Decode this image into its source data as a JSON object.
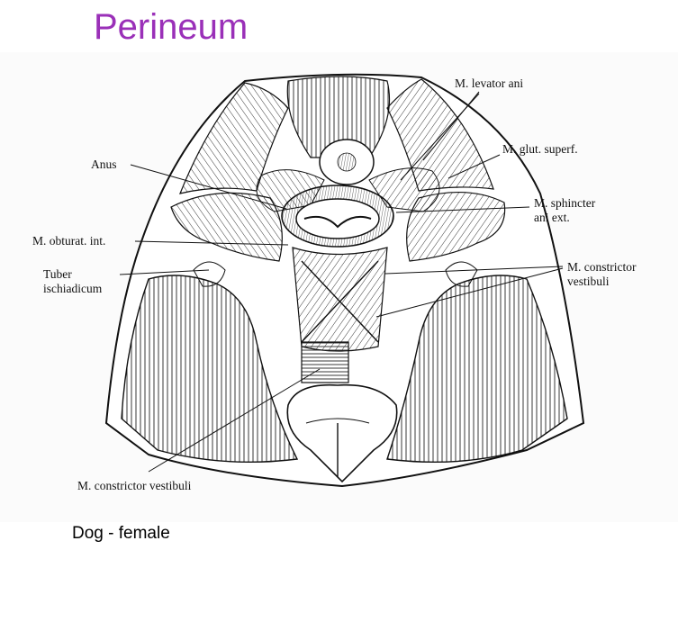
{
  "slide": {
    "title": "Perineum",
    "title_color": "#9a30b8",
    "caption": "Dog - female"
  },
  "labels": {
    "levator_ani": "M. levator ani",
    "glut_superf": "M. glut. superf.",
    "anus": "Anus",
    "sphincter_line1": "M. sphincter",
    "sphincter_line2": "ani ext.",
    "obturat_int": "M. obturat. int.",
    "tuber_line1": "Tuber",
    "tuber_line2": "ischiadicum",
    "constrictor_right_line1": "M. constrictor",
    "constrictor_right_line2": "vestibuli",
    "constrictor_bottom": "M. constrictor vestibuli"
  }
}
